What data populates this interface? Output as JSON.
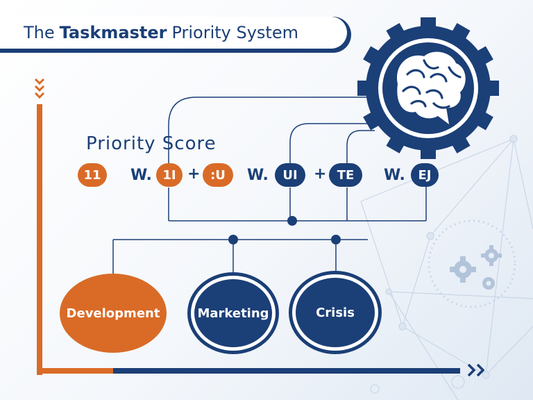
{
  "title": {
    "prefix": "The",
    "bold": "Taskmaster",
    "suffix": "Priority System"
  },
  "formula": {
    "label": "Priority Score",
    "result_badge": "11",
    "term1_weight": "W.",
    "term1_badge": "1I",
    "plus1": "+",
    "term2_badge": ":U",
    "term2_weight": "W.",
    "term2_badge_b": "UI",
    "plus2": "+",
    "term3_badge": "TE",
    "term3_weight": "W.",
    "term3_badge_b": "EJ"
  },
  "categories": [
    {
      "label": "Development",
      "color": "#d96b27"
    },
    {
      "label": "Marketing",
      "color": "#1b3f77"
    },
    {
      "label": "Crisis",
      "color": "#1b3f77"
    }
  ],
  "colors": {
    "navy": "#1b3f77",
    "orange": "#d96b27",
    "background": "#f4f7fb"
  },
  "icons": {
    "brain": "brain-gear-icon",
    "gears": "gears-icon",
    "chevron_down": "chevron-down-icon",
    "chevron_right": "chevron-right-icon"
  }
}
